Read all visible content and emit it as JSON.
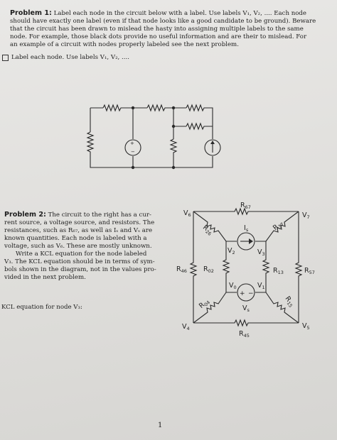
{
  "problem1": {
    "heading": "Problem 1:",
    "lines": [
      "Label each node in the circuit below with a label. Use labels V₁, V₂, .... Each node",
      "should have exactly one label (even if that node looks like a good candidate to be ground). Beware",
      "that the circuit has been drawn to mislead the hasty into assigning multiple labels to the same",
      "node. For example, those black dots provide no useful information and are their to mislead. For",
      "an example of a circuit with nodes properly labeled see the next problem."
    ],
    "task": "Label each node. Use labels V₁, V₂, ...."
  },
  "problem2": {
    "heading": "Problem 2:",
    "lines": [
      "The circuit to the right has a cur-",
      "rent source, a voltage source, and resistors. The",
      "resistances, such as R₆₇, as well as Iₛ and Vₛ are",
      "known quantities.  Each node is labeled with a",
      "voltage, such as V₆. These are mostly unknown.",
      "Write a KCL equation for the node labeled",
      "V₃. The KCL equation should be in terms of sym-",
      "bols shown in the diagram, not in the values pro-",
      "vided in the next problem."
    ],
    "kcl_prompt": "KCL equation for node V₃:"
  },
  "circuit2": {
    "nodes": {
      "v6": "V",
      "v6s": "6",
      "v7": "V",
      "v7s": "7",
      "v2": "V",
      "v2s": "2",
      "v3": "V",
      "v3s": "3",
      "v0": "V",
      "v0s": "0",
      "v1": "V",
      "v1s": "1",
      "v4": "V",
      "v4s": "4",
      "v5": "V",
      "v5s": "5"
    },
    "resistors": {
      "r67": "R",
      "r67s": "67",
      "r26": "R",
      "r26s": "26",
      "r37": "R",
      "r37s": "37",
      "r46": "R",
      "r46s": "46",
      "r02": "R",
      "r02s": "02",
      "r13": "R",
      "r13s": "13",
      "r57": "R",
      "r57s": "57",
      "r04": "R",
      "r04s": "04",
      "r15": "R",
      "r15s": "15",
      "r45": "R",
      "r45s": "45"
    },
    "sources": {
      "is": "I",
      "iss": "s",
      "vs": "V",
      "vss": "s"
    }
  },
  "page_number": "1"
}
